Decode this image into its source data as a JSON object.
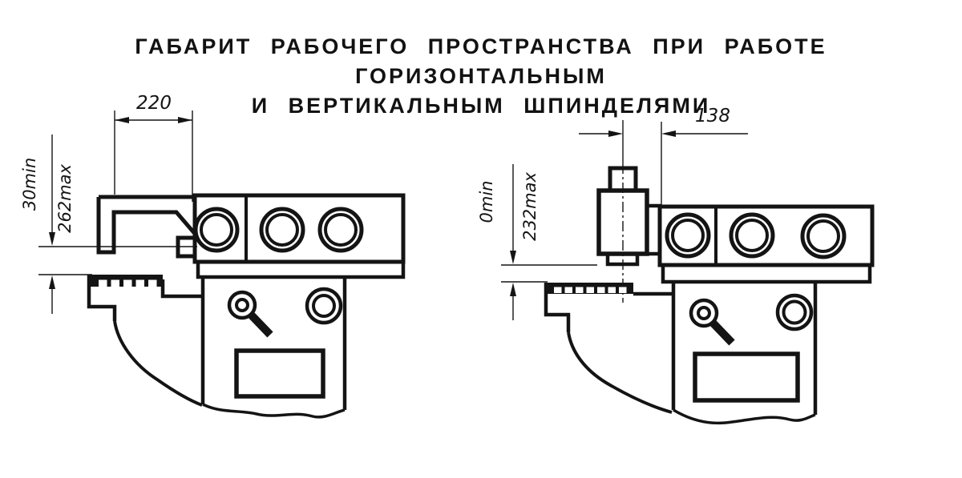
{
  "colors": {
    "ink": "#141414",
    "paper": "#ffffff"
  },
  "title": {
    "line1": "ГАБАРИТ РАБОЧЕГО ПРОСТРАНСТВА ПРИ РАБОТЕ ГОРИЗОНТАЛЬНЫМ",
    "line2": "И ВЕРТИКАЛЬНЫМ ШПИНДЕЛЯМИ"
  },
  "views": {
    "horizontal_spindle": {
      "overhang_dim": "220",
      "min_gap_dim": "30min",
      "max_gap_dim": "262max"
    },
    "vertical_spindle": {
      "overhang_dim": "138",
      "min_gap_dim": "0min",
      "max_gap_dim": "232max"
    }
  }
}
